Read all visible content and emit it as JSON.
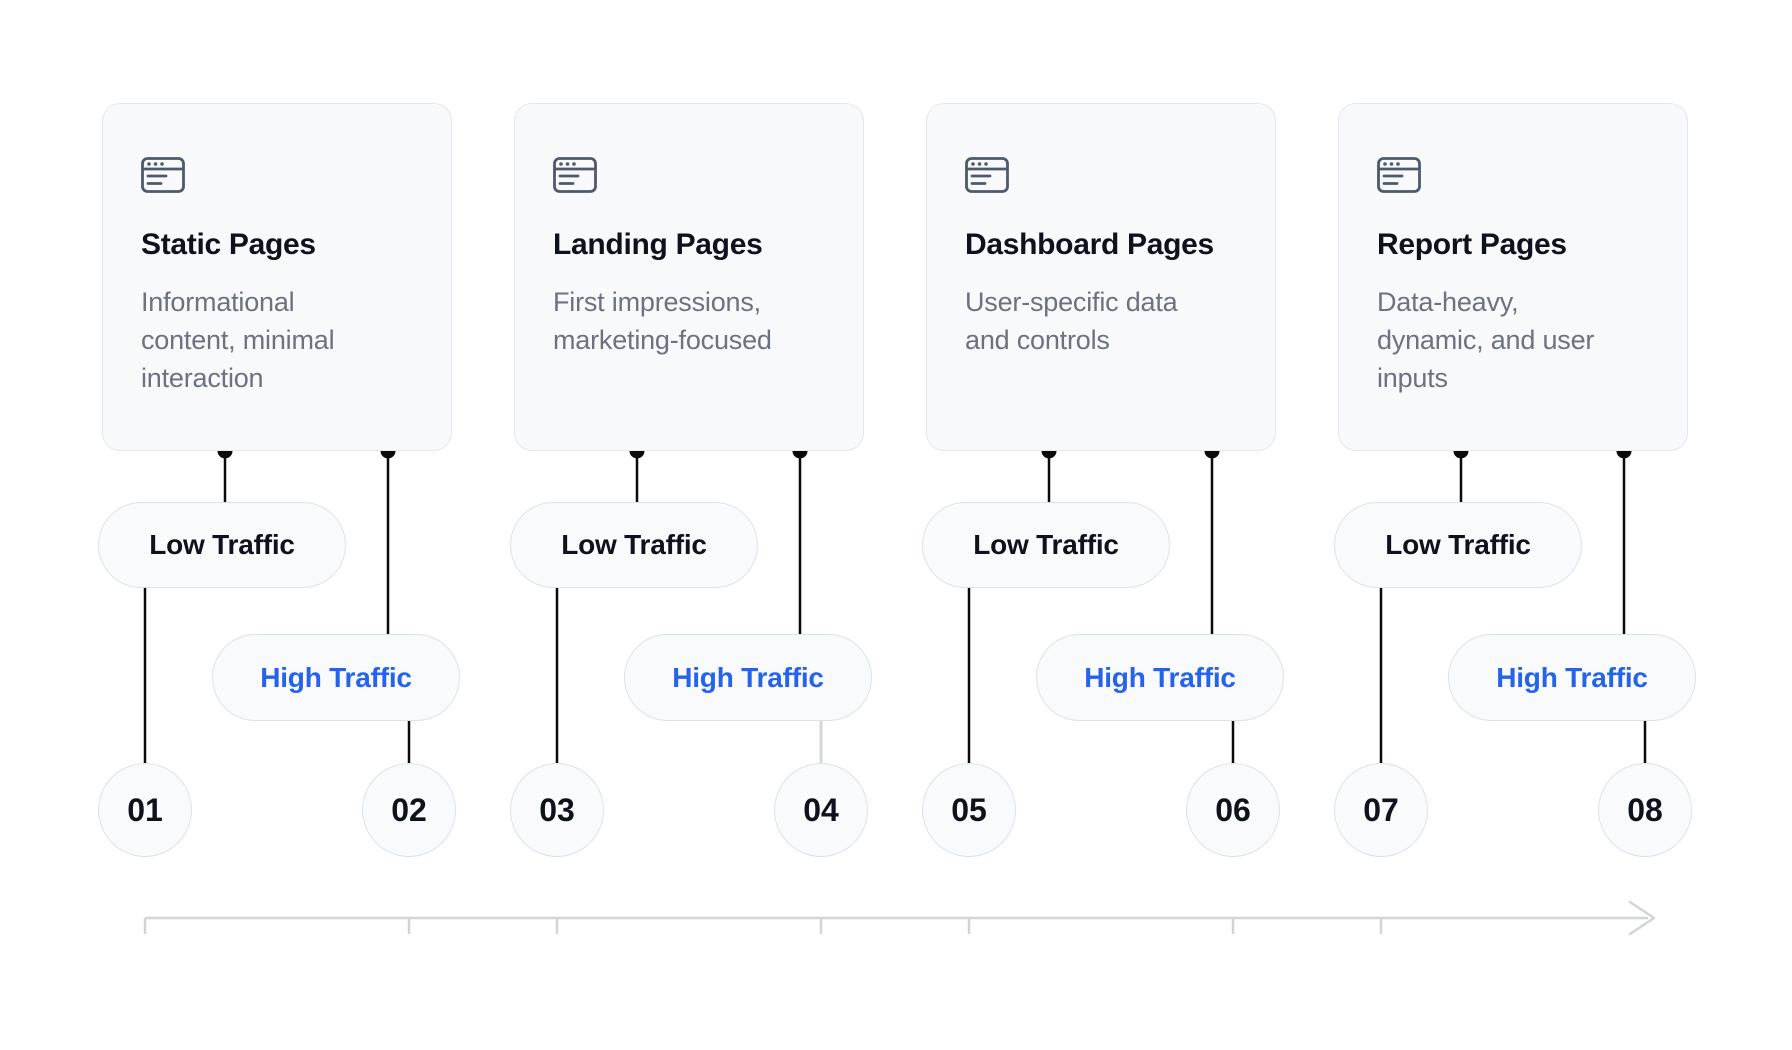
{
  "groups": [
    {
      "title": "Static Pages",
      "description": "Informational\ncontent, minimal\ninteraction",
      "low_label": "Low Traffic",
      "high_label": "High Traffic",
      "low_number": "01",
      "high_number": "02"
    },
    {
      "title": "Landing Pages",
      "description": "First impressions,\nmarketing-focused",
      "low_label": "Low Traffic",
      "high_label": "High Traffic",
      "low_number": "03",
      "high_number": "04",
      "high_drop_style": "muted"
    },
    {
      "title": "Dashboard Pages",
      "description": "User-specific data\nand controls",
      "low_label": "Low Traffic",
      "high_label": "High Traffic",
      "low_number": "05",
      "high_number": "06"
    },
    {
      "title": "Report Pages",
      "description": "Data-heavy,\ndynamic, and user\ninputs",
      "low_label": "Low Traffic",
      "high_label": "High Traffic",
      "low_number": "07",
      "high_number": "08"
    }
  ],
  "icons": {
    "card_icon": "browser-window-icon",
    "axis_end": "arrow-right-icon"
  },
  "colors": {
    "accent_blue": "#2563eb",
    "connector_black": "#0a0a0a",
    "muted_connector": "#d4d7dd",
    "axis_gray": "#d1d5da",
    "card_background": "#f8f9fb",
    "card_border": "#e4e7ed",
    "pill_background": "#f8fafc",
    "pill_border": "#dde2ea",
    "title_text": "#0d121c",
    "description_text": "#6b7280",
    "icon_gray": "#4e5a6b"
  }
}
